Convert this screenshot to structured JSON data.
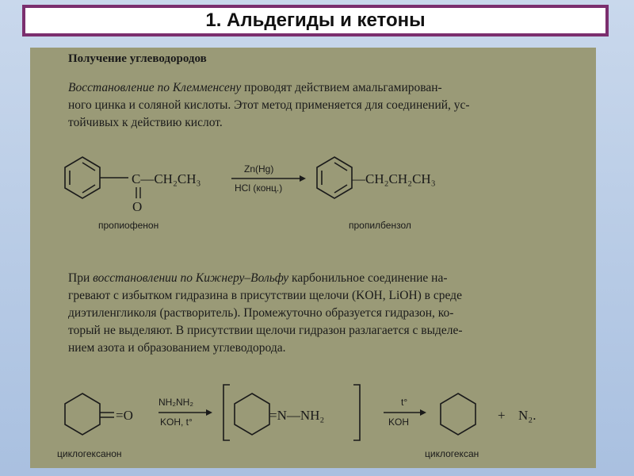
{
  "slide": {
    "title": "1. Альдегиды и кетоны"
  },
  "section": {
    "heading": "Получение углеводородов",
    "para1": {
      "italic": "Восстановление по Клемменсену",
      "line1_rest": " проводят действием амальгамирован-",
      "line2": "ного цинка и соляной кислоты. Этот метод применяется для соединений, ус-",
      "line3": "тойчивых к действию кислот."
    },
    "reaction1": {
      "chain": "C—CH₂CH₃",
      "oxygen": "O",
      "reagent_top": "Zn(Hg)",
      "reagent_bottom": "HCl (конц.)",
      "product_chain": "—CH₂CH₂CH₃",
      "reactant_name": "пропиофенон",
      "product_name": "пропилбензол"
    },
    "para2": {
      "prefix": "При ",
      "italic": "восстановлении по Кижнеру–Вольфу",
      "line1_rest": " карбонильное соединение на-",
      "line2": "гревают с избытком гидразина в присутствии щелочи (KOH, LiOH) в среде",
      "line3": "диэтиленгликоля (растворитель). Промежуточно образуется гидразон, ко-",
      "line4": "торый не выделяют. В присутствии щелочи гидразон разлагается с выделе-",
      "line5": "нием азота и образованием углеводорода."
    },
    "reaction2": {
      "ketone_o": "=O",
      "reagent1_top": "NH₂NH₂",
      "reagent1_bottom": "KOH, t°",
      "hydrazone": "=N—NH₂",
      "reagent2_top": "t°",
      "reagent2_bottom": "KOH",
      "plus": "+",
      "byproduct": "N₂.",
      "reactant_name": "циклогексанон",
      "product_name": "циклогексан"
    }
  }
}
